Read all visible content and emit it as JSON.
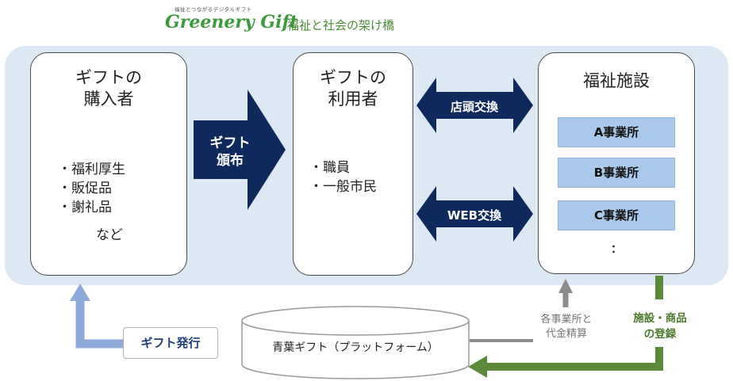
{
  "header": {
    "logo_small": "福祉とつながるデジタルギフト",
    "logo_main": "Greenery Gift",
    "tagline": "福祉と社会の架け橋"
  },
  "buyer": {
    "title_line1": "ギフトの",
    "title_line2": "購入者",
    "items": [
      "・福利厚生",
      "・販促品",
      "・謝礼品"
    ],
    "etc": "など"
  },
  "distribute_arrow": {
    "line1": "ギフト",
    "line2": "頒布"
  },
  "user": {
    "title_line1": "ギフトの",
    "title_line2": "利用者",
    "items": [
      "・職員",
      "・一般市民"
    ]
  },
  "exchange": {
    "store": "店頭交換",
    "web": "WEB交換"
  },
  "facility": {
    "title": "福祉施設",
    "offices": [
      "A事業所",
      "B事業所",
      "C事業所"
    ],
    "more": "："
  },
  "bottom": {
    "issue_label": "ギフト発行",
    "platform": "青葉ギフト（プラットフォーム）",
    "settlement_line1": "各事業所と",
    "settlement_line2": "代金精算",
    "register_line1": "施設・商品",
    "register_line2": "の登録"
  },
  "colors": {
    "band": "#dde8f5",
    "navy_arrow": "#0e2a5c",
    "office_fill": "#a9c9ea",
    "green_arrow": "#5a8a3a",
    "light_blue_arrow": "#8eaadb",
    "gray_arrow": "#8c8c8c"
  }
}
